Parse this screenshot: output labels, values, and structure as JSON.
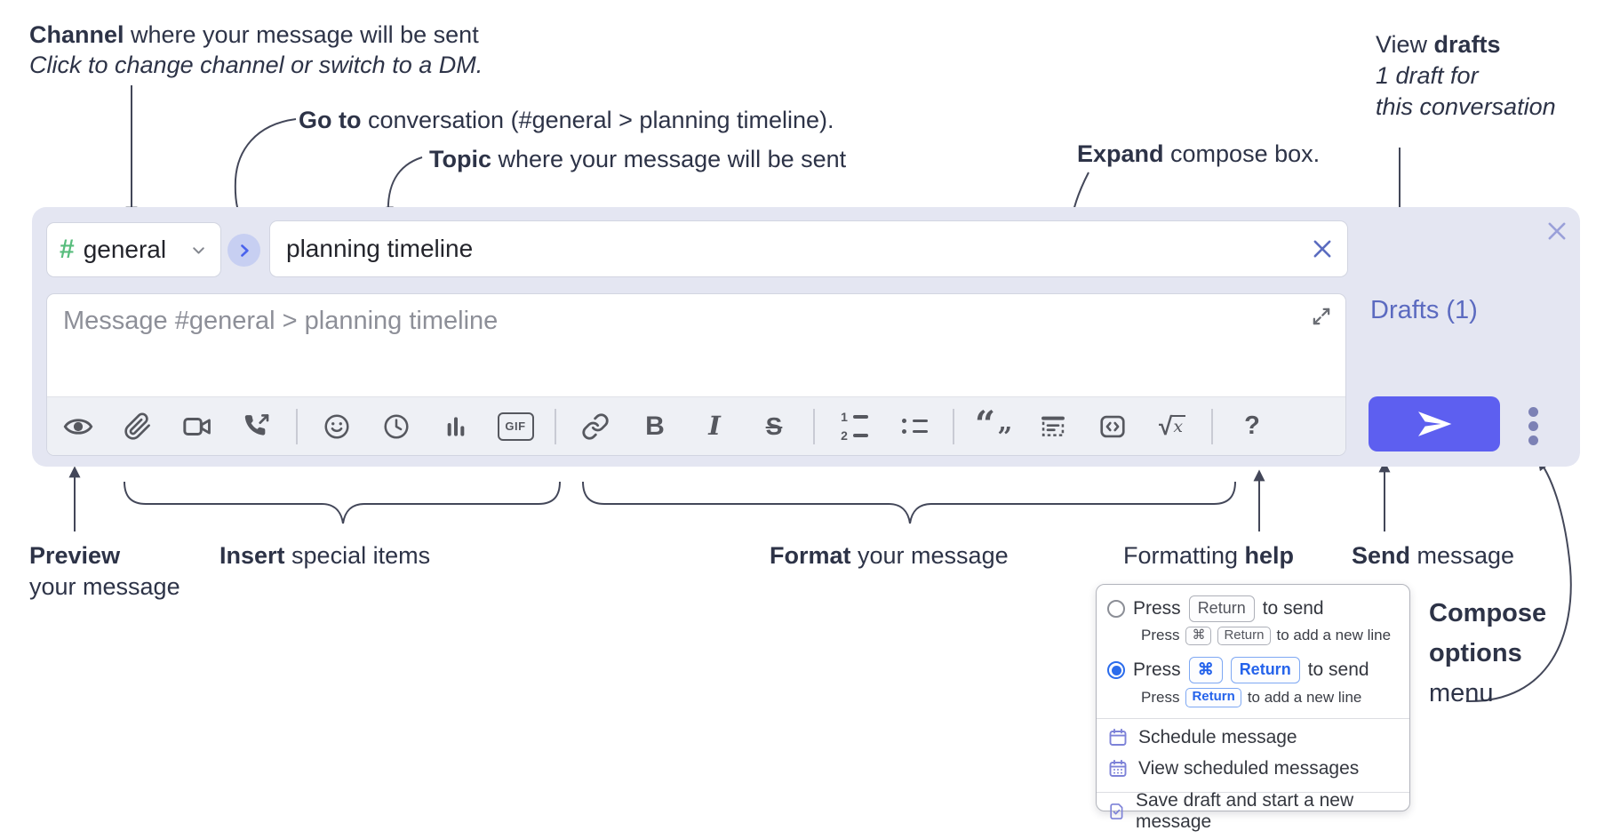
{
  "annotations": {
    "channel": {
      "bold": "Channel",
      "rest": " where your message will be sent",
      "sub": "Click to change channel or switch to a DM."
    },
    "goto": {
      "bold": "Go to",
      "rest": " conversation (#general > planning timeline)."
    },
    "topic": {
      "bold": "Topic",
      "rest": " where your message will be sent"
    },
    "expand": {
      "bold": "Expand",
      "rest": " compose box."
    },
    "view_drafts": {
      "pre": "View ",
      "bold": "drafts",
      "line2": "1 draft for",
      "line3": "this conversation"
    },
    "preview": {
      "bold": "Preview",
      "line2": "your message"
    },
    "insert": {
      "bold": "Insert",
      "rest": " special items"
    },
    "format": {
      "bold": "Format",
      "rest": " your message"
    },
    "help": {
      "pre": "Formatting ",
      "bold": "help"
    },
    "send": {
      "bold": "Send",
      "rest": " message"
    },
    "compose_options": {
      "line1": "Compose",
      "line2": "options",
      "line3": "menu"
    }
  },
  "compose": {
    "channel_hash": "#",
    "channel_name": "general",
    "topic_value": "planning timeline",
    "message_placeholder": "Message #general > planning timeline",
    "drafts_label": "Drafts (1)"
  },
  "toolbar": {
    "bold_label": "B",
    "italic_label": "I",
    "strike_label": "S",
    "gif_label": "GIF",
    "ol_1": "1",
    "ol_2": "2",
    "quote_open": "“",
    "quote_close": "”",
    "math_root": "√",
    "math_var": "x",
    "help_label": "?"
  },
  "popup": {
    "press_label": "Press",
    "return_key": "Return",
    "cmd_key": "⌘",
    "to_send": "to send",
    "to_add_new_line": "to add a new line",
    "menu_items": [
      "Schedule message",
      "View scheduled messages",
      "Save draft and start a new message"
    ]
  },
  "colors": {
    "compose_background": "#e4e6f2",
    "channel_hash_green": "#58bd7d",
    "goto_circle_bg": "#c7cff2",
    "goto_chevron_blue": "#4a63ed",
    "topic_clear_x": "#5b6cc0",
    "close_x": "#9aa0d9",
    "drafts_link": "#5b6ac0",
    "send_button": "#5d5ff0",
    "kebab_dots": "#7c81b5",
    "toolbar_icon": "#56585f",
    "annotation_text": "#2d3347",
    "radio_selected_blue": "#2b6cec",
    "keycap_blue": "#2563eb",
    "menu_icon_purple": "#7d82d8"
  }
}
